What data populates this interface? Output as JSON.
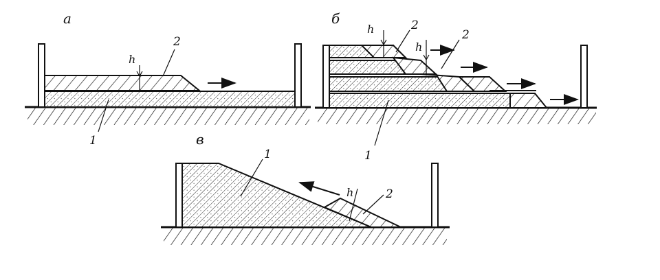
{
  "panels": [
    {
      "id": "a",
      "label": "а"
    },
    {
      "id": "b",
      "label": "б"
    },
    {
      "id": "v",
      "label": "в"
    }
  ],
  "layer_labels": {
    "a_one": "1",
    "a_two": "2",
    "b_one": "1",
    "b_two_first": "2",
    "b_two_second": "2",
    "v_one": "1",
    "v_two": "2"
  },
  "thickness_labels": {
    "a_h": "h",
    "b_h_first": "h",
    "b_h_second": "h",
    "v_h": "h"
  },
  "colors": {
    "ink": "#111111",
    "background": "#ffffff"
  }
}
